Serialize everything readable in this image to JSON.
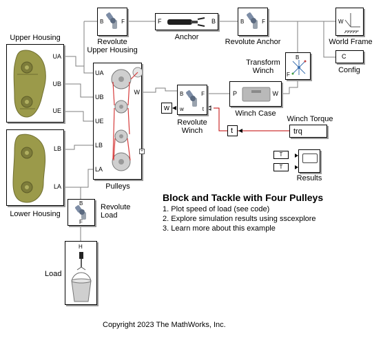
{
  "blocks": {
    "revolute_upper": {
      "label": "Revolute\nUpper Housing",
      "port_b": "B",
      "port_f": "F"
    },
    "anchor": {
      "label": "Anchor",
      "port_f": "F",
      "port_b": "B"
    },
    "revolute_anchor": {
      "label": "Revolute Anchor",
      "port_b": "B",
      "port_f": "F"
    },
    "world_frame": {
      "label": "World Frame",
      "port_w": "W"
    },
    "upper_housing": {
      "label": "Upper Housing",
      "ports": [
        "UA",
        "UB",
        "UE"
      ]
    },
    "transform_winch": {
      "label": "Transform\nWinch",
      "port_b": "B",
      "port_f": "F"
    },
    "config": {
      "label": "Config",
      "port_c": "C"
    },
    "pulleys": {
      "label": "Pulleys",
      "left_ports": [
        "UA",
        "UB",
        "UE",
        "LB",
        "LA"
      ],
      "right_port": "W"
    },
    "w_goto": {
      "label": "w"
    },
    "revolute_winch": {
      "label": "Revolute\nWinch",
      "port_b": "B",
      "port_f": "F",
      "port_w": "w",
      "port_t": "t"
    },
    "winch_case": {
      "label": "Winch Case",
      "port_p": "P",
      "port_w": "W"
    },
    "t_from": {
      "label": "t"
    },
    "winch_torque": {
      "label": "Winch Torque",
      "value": "trq"
    },
    "lower_housing": {
      "label": "Lower Housing",
      "ports": [
        "LB",
        "LA"
      ]
    },
    "results": {
      "label": "Results",
      "tags": [
        "T",
        "T"
      ]
    },
    "revolute_load": {
      "label": "Revolute\nLoad",
      "port_b": "B",
      "port_f": "F"
    },
    "load": {
      "label": "Load",
      "port_h": "H"
    }
  },
  "annotation": {
    "title": "Block and Tackle with Four Pulleys",
    "links": [
      "1. Plot speed of load (see code)",
      "2. Explore simulation results using sscexplore",
      "3. Learn more about this example"
    ]
  },
  "copyright": "Copyright 2023 The MathWorks, Inc.",
  "colors": {
    "line": "#7f7f7f",
    "signal": "#c00000",
    "housing": "#9b9a4a",
    "part": "#b9b9b9",
    "pulley_belt": "#d63a3a"
  }
}
